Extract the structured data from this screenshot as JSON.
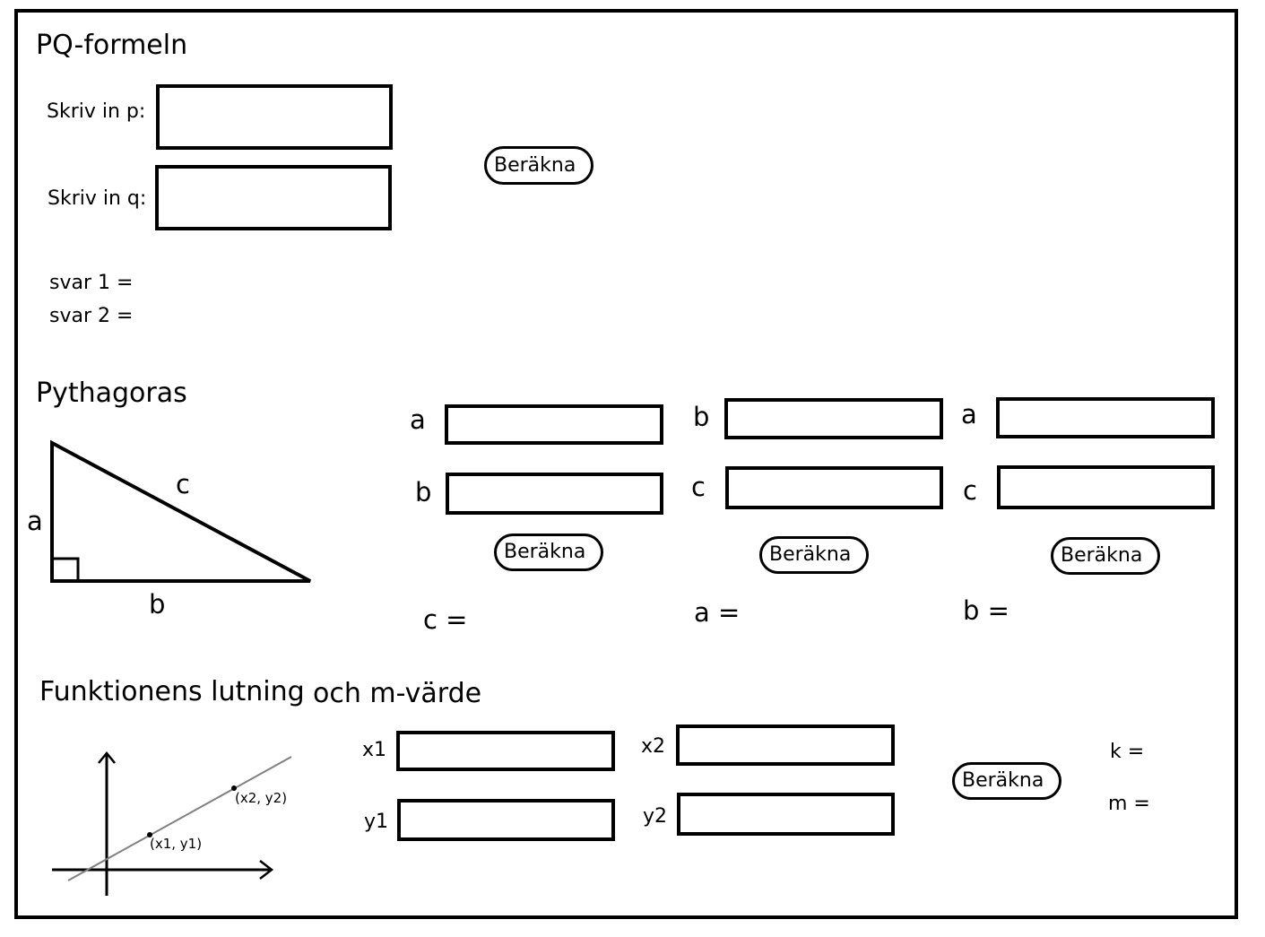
{
  "pq": {
    "title": "PQ-formeln",
    "p_label": "Skriv in p:",
    "q_label": "Skriv in q:",
    "p_value": "",
    "q_value": "",
    "button": "Beräkna",
    "answer1": "svar 1 =",
    "answer2": "svar 2 ="
  },
  "pyth": {
    "title": "Pythagoras",
    "triangle": {
      "side_a": "a",
      "side_b": "b",
      "side_c": "c"
    },
    "col1": {
      "label1": "a",
      "label2": "b",
      "button": "Beräkna",
      "result": "c ="
    },
    "col2": {
      "label1": "b",
      "label2": "c",
      "button": "Beräkna",
      "result": "a  ="
    },
    "col3": {
      "label1": "a",
      "label2": "c",
      "button": "Beräkna",
      "result": "b  ="
    }
  },
  "slope": {
    "title_part1": "Funktionens lutning",
    "title_part2": "och m-värde",
    "graph": {
      "point1": "(x1, y1)",
      "point2": "(x2, y2)"
    },
    "x1_label": "x1",
    "y1_label": "y1",
    "x2_label": "x2",
    "y2_label": "y2",
    "button": "Beräkna",
    "k_result": "k =",
    "m_result": "m ="
  }
}
